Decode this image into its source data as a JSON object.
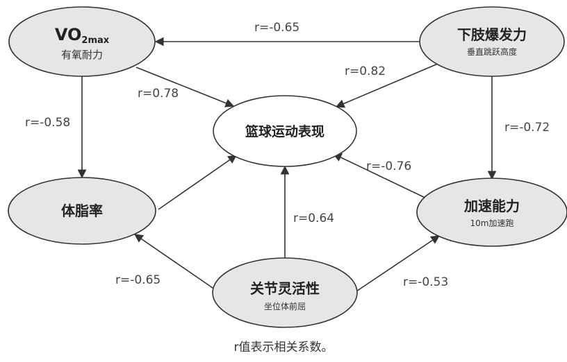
{
  "nodes": {
    "vo2max": {
      "title_main": "VO",
      "title_sub": "2max",
      "subtitle": "有氧耐力"
    },
    "lower_power": {
      "title": "下肢爆发力",
      "subtitle": "垂直跳跃高度"
    },
    "performance": {
      "title": "篮球运动表现"
    },
    "body_fat": {
      "title": "体脂率"
    },
    "acceleration": {
      "title": "加速能力",
      "subtitle": "10m加速跑"
    },
    "flexibility": {
      "title": "关节灵活性",
      "subtitle": "坐位体前屈"
    }
  },
  "edges": {
    "power_to_vo2": "r=-0.65",
    "power_to_performance": "r=0.82",
    "vo2_to_performance": "r=0.78",
    "vo2_to_bodyfat": "r=-0.58",
    "power_to_acceleration": "r=-0.72",
    "acceleration_to_performance": "r=-0.76",
    "flexibility_to_performance": "r=0.64",
    "flexibility_to_bodyfat": "r=-0.65",
    "flexibility_to_acceleration": "r=-0.53"
  },
  "caption": "r值表示相关系数。",
  "colors": {
    "node_fill": "#e6e6e6",
    "performance_fill": "#ffffff",
    "stroke": "#333333"
  }
}
